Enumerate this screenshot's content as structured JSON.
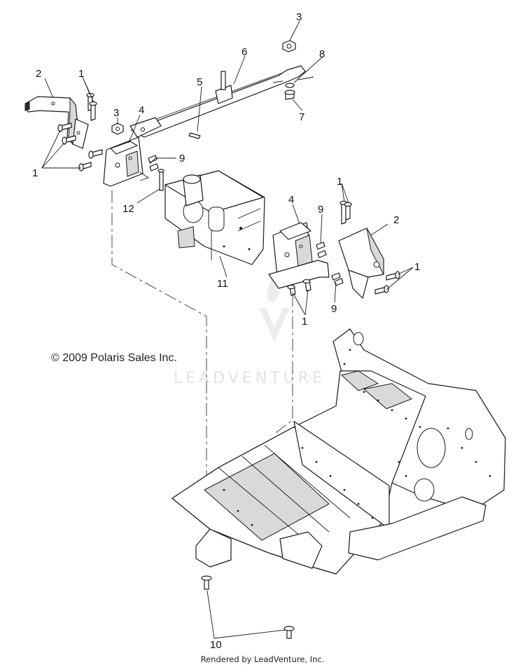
{
  "callouts": {
    "c1a": "1",
    "c1b": "1",
    "c1c": "1",
    "c1d": "1",
    "c1e": "1",
    "c2a": "2",
    "c2b": "2",
    "c3a": "3",
    "c3b": "3",
    "c4a": "4",
    "c4b": "4",
    "c5": "5",
    "c6": "6",
    "c7": "7",
    "c8": "8",
    "c9a": "9",
    "c9b": "9",
    "c9c": "9",
    "c10": "10",
    "c11": "11",
    "c12": "12"
  },
  "copyright": "© 2009 Polaris Sales Inc.",
  "watermark": "LEADVENTURE",
  "footer": "Rendered by LeadVenture, Inc."
}
